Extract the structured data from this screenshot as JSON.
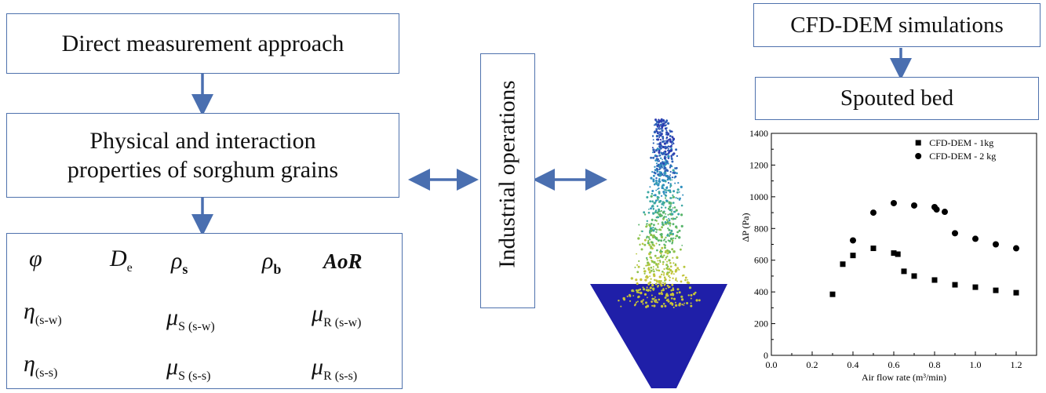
{
  "left": {
    "direct_measurement": "Direct measurement approach",
    "properties_line1": "Physical and interaction",
    "properties_line2": "properties of sorghum grains",
    "symbols": {
      "phi": "φ",
      "de_main": "D",
      "de_sub": "e",
      "rho_s_main": "ρ",
      "rho_s_sub": "s",
      "rho_b_main": "ρ",
      "rho_b_sub": "b",
      "aor": "AoR",
      "eta": "η",
      "sw": "(s-w)",
      "ss": "(s-s)",
      "mu": "μ",
      "mu_s_sub_sw": "S (s-w)",
      "mu_s_sub_ss": "S (s-s)",
      "mu_r_sub_sw": "R (s-w)",
      "mu_r_sub_ss": "R (s-s)"
    }
  },
  "middle": {
    "industrial": "Industrial operations"
  },
  "right": {
    "cfd_dem": "CFD-DEM simulations",
    "spouted_bed": "Spouted bed"
  },
  "colors": {
    "box_border": "#4f72ad",
    "arrow": "#4a6fb0",
    "particles_dark": "#1f1fa8"
  },
  "chart_data": {
    "type": "scatter",
    "xlabel": "Air flow rate (m³/min)",
    "ylabel": "ΔP (Pa)",
    "xlim": [
      0.0,
      1.3
    ],
    "ylim": [
      0,
      1400
    ],
    "x_ticks": [
      "0.0",
      "0.2",
      "0.4",
      "0.6",
      "0.8",
      "1.0",
      "1.2"
    ],
    "y_ticks": [
      "0",
      "200",
      "400",
      "600",
      "800",
      "1000",
      "1200",
      "1400"
    ],
    "legend_position": "top-right",
    "series": [
      {
        "name": "CFD-DEM - 1kg",
        "marker": "square",
        "x": [
          0.3,
          0.35,
          0.4,
          0.5,
          0.6,
          0.62,
          0.65,
          0.7,
          0.8,
          0.9,
          1.0,
          1.1,
          1.2
        ],
        "y": [
          385,
          575,
          630,
          675,
          645,
          638,
          530,
          500,
          475,
          445,
          430,
          410,
          395
        ]
      },
      {
        "name": "CFD-DEM - 2 kg",
        "marker": "circle",
        "x": [
          0.4,
          0.5,
          0.6,
          0.7,
          0.8,
          0.81,
          0.85,
          0.9,
          1.0,
          1.1,
          1.2
        ],
        "y": [
          725,
          900,
          960,
          945,
          935,
          920,
          905,
          770,
          735,
          700,
          675
        ]
      }
    ]
  }
}
